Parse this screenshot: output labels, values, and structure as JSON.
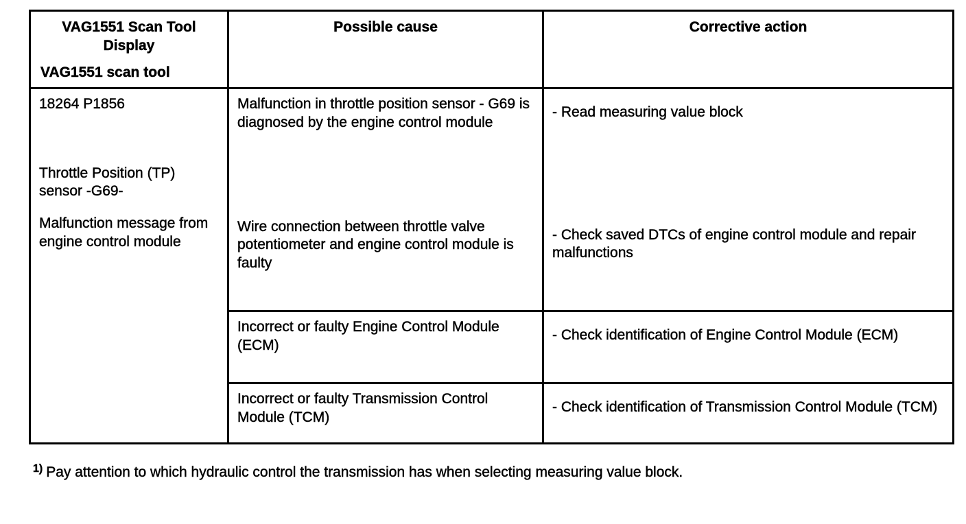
{
  "table": {
    "headers": {
      "scan_tool_line1": "VAG1551 Scan Tool Display",
      "scan_tool_line2": "VAG1551 scan tool",
      "possible_cause": "Possible cause",
      "corrective_action": "Corrective action"
    },
    "dtc_cell": {
      "code": "18264 P1856",
      "component": "Throttle Position (TP) sensor -G69-",
      "message": "Malfunction message from engine control module"
    },
    "rows": [
      {
        "cause": "Malfunction in throttle position sensor - G69 is diagnosed by the engine control module",
        "action": "- Read measuring value block"
      },
      {
        "cause": "Wire connection between throttle valve potentiometer and engine control module is faulty",
        "action": "- Check saved DTCs of engine control module and repair malfunctions"
      },
      {
        "cause": "Incorrect or faulty Engine Control Module (ECM)",
        "action": "- Check identification of Engine Control Module (ECM)"
      },
      {
        "cause": "Incorrect or faulty Transmission Control Module (TCM)",
        "action": "- Check identification of Transmission Control Module (TCM)"
      }
    ]
  },
  "footnote": {
    "marker": "1)",
    "text": "Pay attention to which hydraulic control the transmission has when selecting measuring value block."
  }
}
